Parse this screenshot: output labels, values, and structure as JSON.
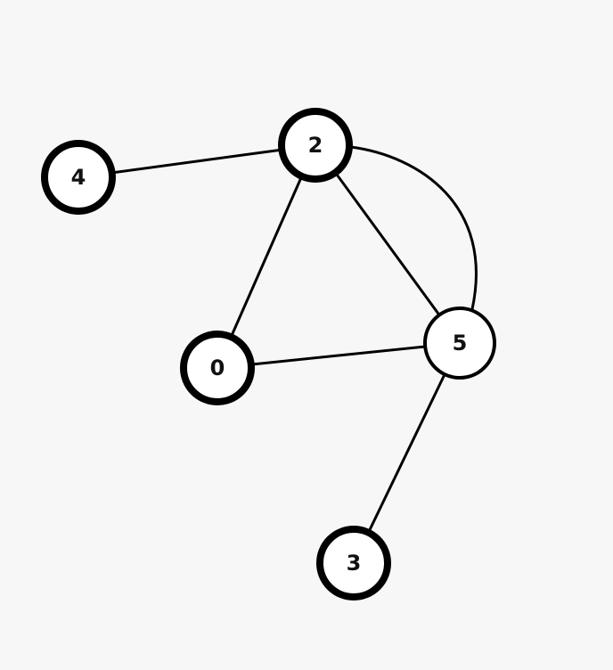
{
  "graph": {
    "nodes": [
      {
        "id": "4",
        "label": "4"
      },
      {
        "id": "2",
        "label": "2"
      },
      {
        "id": "0",
        "label": "0"
      },
      {
        "id": "5",
        "label": "5"
      },
      {
        "id": "3",
        "label": "3"
      }
    ],
    "edges": [
      {
        "from": "4",
        "to": "2"
      },
      {
        "from": "2",
        "to": "0"
      },
      {
        "from": "2",
        "to": "5"
      },
      {
        "from": "2",
        "to": "5",
        "curved": true
      },
      {
        "from": "0",
        "to": "5"
      },
      {
        "from": "5",
        "to": "3"
      }
    ],
    "colors": {
      "background": "#f7f7f7",
      "stroke": "#000000",
      "node_fill": "#ffffff",
      "label": "#111111"
    }
  }
}
